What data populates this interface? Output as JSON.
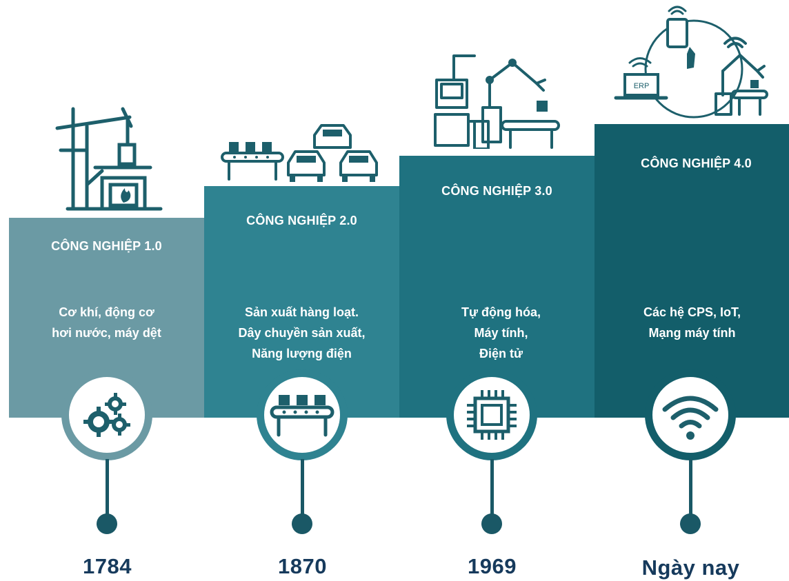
{
  "colors": {
    "stage1": "#6b9aa4",
    "stage2": "#2f8391",
    "stage3": "#1f7280",
    "stage4": "#135e6a",
    "icon": "#1d5f6b",
    "year_text": "#163a5c"
  },
  "stages": [
    {
      "title": "CÔNG NGHIỆP 1.0",
      "desc": [
        "Cơ khí, động cơ",
        "hơi nước, máy dệt"
      ],
      "year": "1784",
      "illustration": "steam-engine-illustration",
      "icon": "gears-icon"
    },
    {
      "title": "CÔNG NGHIỆP 2.0",
      "desc": [
        "Sản xuất hàng loạt.",
        "Dây chuyền sản xuất,",
        "Năng lượng điện"
      ],
      "year": "1870",
      "illustration": "assembly-cars-illustration",
      "icon": "conveyor-icon"
    },
    {
      "title": "CÔNG NGHIỆP 3.0",
      "desc": [
        "Tự động hóa,",
        "Máy tính,",
        "Điện tử"
      ],
      "year": "1969",
      "illustration": "robot-arm-illustration",
      "icon": "chip-icon"
    },
    {
      "title": "CÔNG NGHIỆP 4.0",
      "desc": [
        "Các hệ CPS, IoT,",
        "Mạng máy tính"
      ],
      "year": "Ngày nay",
      "illustration": "iot-network-illustration",
      "icon": "wifi-icon",
      "erp_label": "ERP"
    }
  ]
}
